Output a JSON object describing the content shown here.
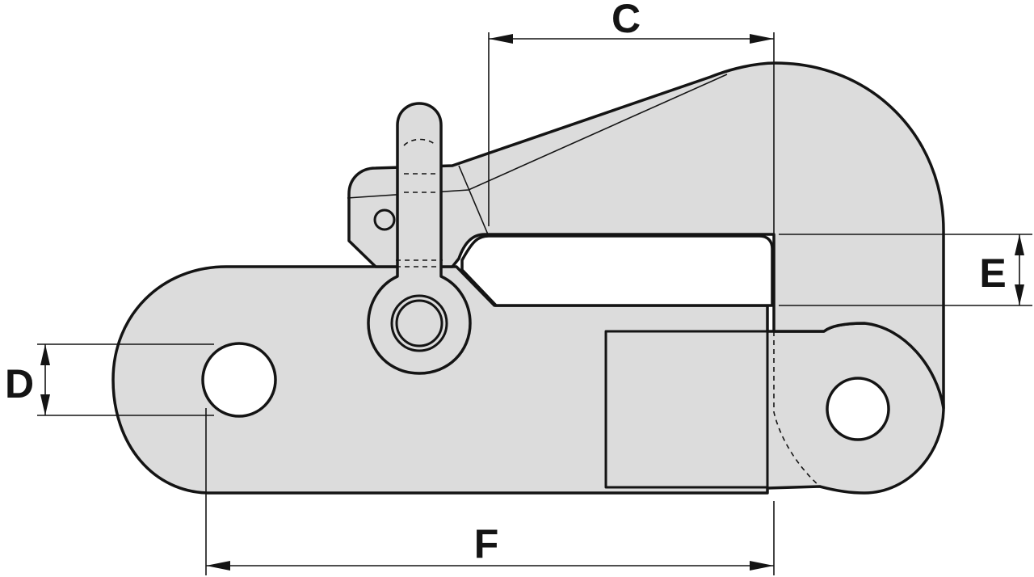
{
  "dimensions": {
    "c": "C",
    "d": "D",
    "e": "E",
    "f": "F"
  },
  "colors": {
    "body_fill": "#dcdcdc",
    "line": "#141414",
    "background": "#ffffff"
  }
}
